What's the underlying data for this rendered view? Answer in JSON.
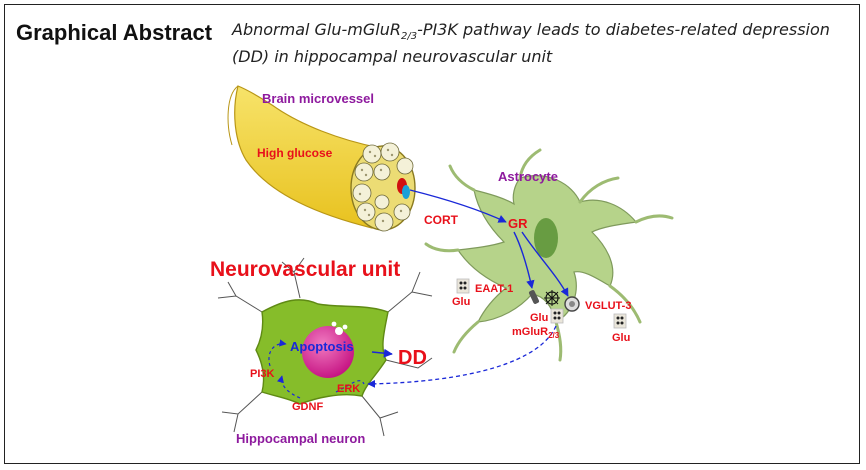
{
  "heading": "Graphical Abstract",
  "subtitle": {
    "part1": "Abnormal Glu-mGluR",
    "sub": "2/3",
    "part2": "-PI3K pathway leads to diabetes-related depression (DD) in hippocampal neurovascular unit"
  },
  "labels": {
    "brain_microvessel": "Brain microvessel",
    "high_glucose": "High glucose",
    "cort": "CORT",
    "astrocyte": "Astrocyte",
    "gr": "GR",
    "neurovascular_unit": "Neurovascular unit",
    "eaat1": "EAAT-1",
    "glu_left": "Glu",
    "glu_mid": "Glu",
    "mglur": "mGluR",
    "mglur_sub": "2/3",
    "vglut3": "VGLUT-3",
    "glu_right": "Glu",
    "apoptosis": "Apoptosis",
    "dd": "DD",
    "pi3k": "PI3K",
    "erk": "ERK",
    "gdnf": "GDNF",
    "hippocampal_neuron": "Hippocampal neuron"
  },
  "colors": {
    "red_label": "#e8101a",
    "purple_label": "#8e1a9e",
    "arrow_blue": "#1a28d8",
    "vessel_yellow": "#f4d83a",
    "astrocyte_green": "#b6d38a",
    "neuron_green": "#86bd2a",
    "nucleus_pink": "#d4168c"
  }
}
